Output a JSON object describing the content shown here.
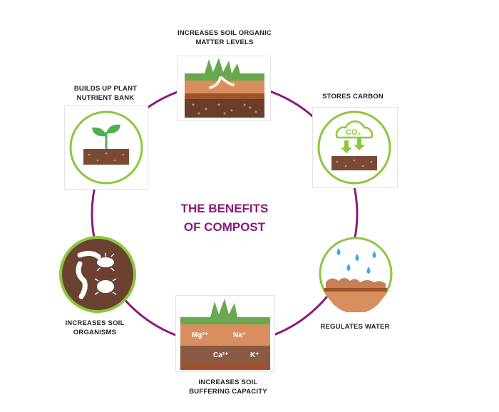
{
  "title": [
    "THE BENEFITS",
    "OF COMPOST"
  ],
  "colors": {
    "ring": "#8a1a7c",
    "title": "#8a1a7c",
    "grass": "#6aa84f",
    "soil_light": "#d98e5f",
    "soil_dark": "#8a5a44",
    "water": "#3fa9dc",
    "circle_green": "#8dc63f",
    "circle_brown": "#6b4232"
  },
  "benefits": [
    {
      "id": "organic-matter",
      "icon": "grass-soil-root-icon",
      "label": [
        "INCREASES SOIL ORGANIC",
        "MATTER  LEVELS"
      ]
    },
    {
      "id": "stores-carbon",
      "icon": "co2-cloud-soil-icon",
      "label": [
        "STORES CARBON"
      ]
    },
    {
      "id": "regulates-water",
      "icon": "water-drops-soil-icon",
      "label": [
        "REGULATES WATER"
      ]
    },
    {
      "id": "buffering-capacity",
      "icon": "soil-nutrient-layers-icon",
      "label": [
        "INCREASES SOIL",
        "BUFFERING CAPACITY"
      ],
      "nutrients": [
        "Mg²⁺",
        "Na⁺",
        "Ca²⁺",
        "K⁺"
      ]
    },
    {
      "id": "soil-organisms",
      "icon": "worms-bugs-icon",
      "label": [
        "INCREASES SOIL",
        "ORGANISMS"
      ]
    },
    {
      "id": "nutrient-bank",
      "icon": "seedling-soil-icon",
      "label": [
        "BUILDS UP PLANT",
        "NUTRIENT BANK"
      ]
    }
  ],
  "co2_text": "CO₂"
}
